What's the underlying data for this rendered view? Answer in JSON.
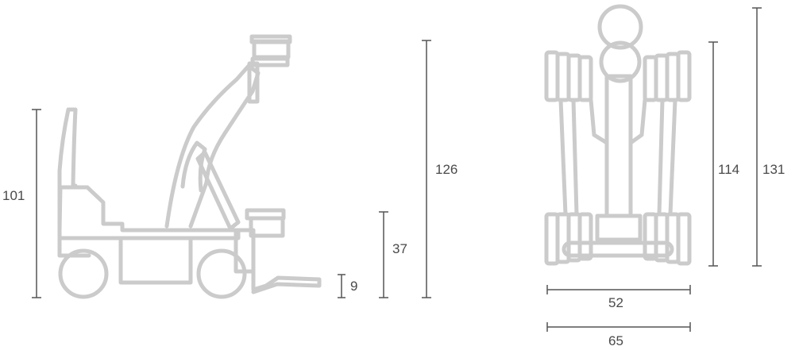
{
  "dimensions": {
    "side": {
      "total_height": "101",
      "lift_height": "126",
      "platform_height": "37",
      "fork_height": "9"
    },
    "top": {
      "length_inner": "114",
      "length_outer": "131",
      "width_inner": "52",
      "width_outer": "65"
    }
  },
  "colors": {
    "machine_outline": "#cbcbcb",
    "dimension_line": "#555555",
    "dimension_text": "#4a4a4a"
  }
}
